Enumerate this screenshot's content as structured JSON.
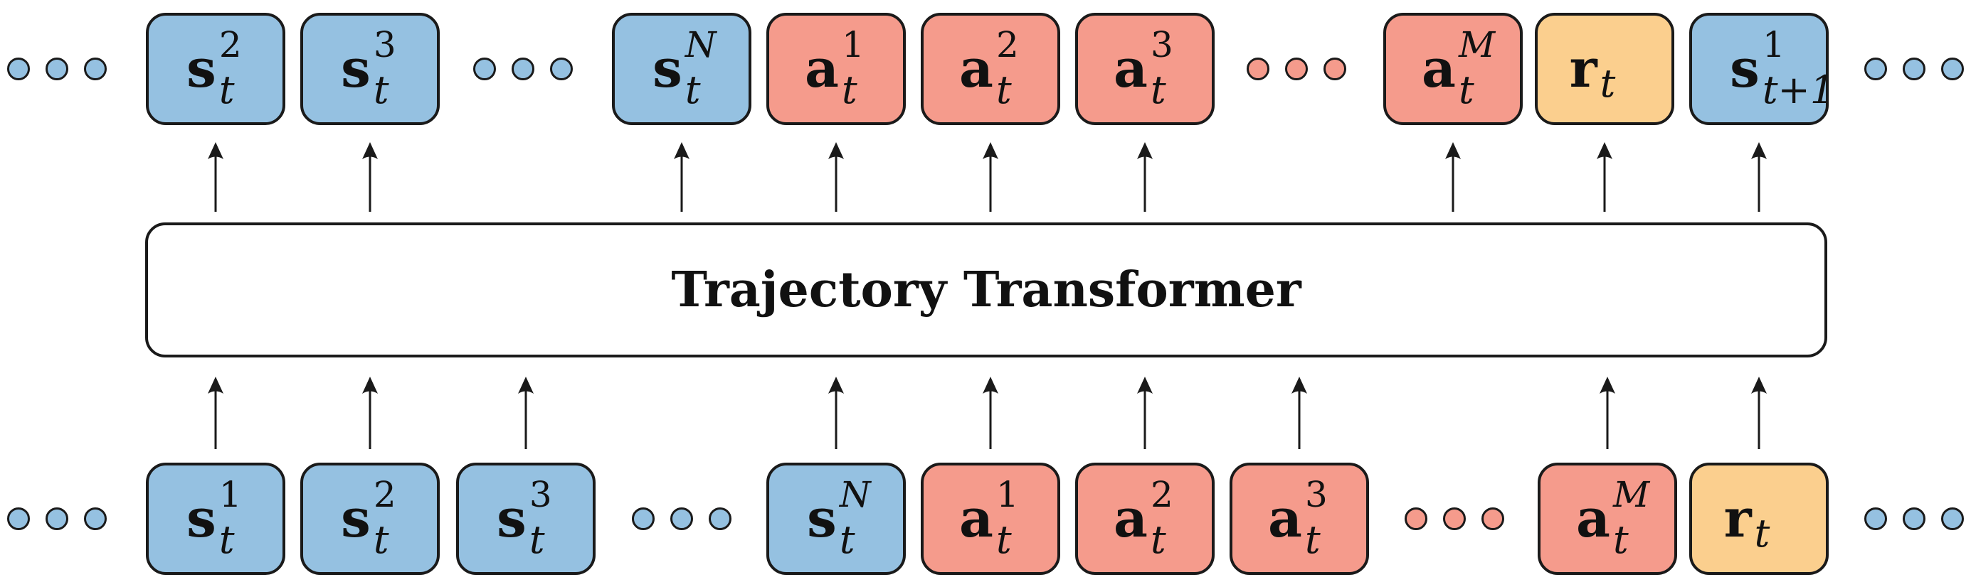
{
  "transformer": {
    "label": "Trajectory Transformer"
  },
  "colors": {
    "state": "#95c1e1",
    "action": "#f59b8c",
    "reward": "#fbcf8e",
    "stroke": "#1a1a1a"
  },
  "top_row": {
    "items": [
      {
        "kind": "dots",
        "color": "s"
      },
      {
        "kind": "token",
        "type": "s",
        "base": "s",
        "sub": "t",
        "sup": "2"
      },
      {
        "kind": "token",
        "type": "s",
        "base": "s",
        "sub": "t",
        "sup": "3"
      },
      {
        "kind": "dots",
        "color": "s"
      },
      {
        "kind": "token",
        "type": "s",
        "base": "s",
        "sub": "t",
        "sup": "N"
      },
      {
        "kind": "token",
        "type": "a",
        "base": "a",
        "sub": "t",
        "sup": "1"
      },
      {
        "kind": "token",
        "type": "a",
        "base": "a",
        "sub": "t",
        "sup": "2"
      },
      {
        "kind": "token",
        "type": "a",
        "base": "a",
        "sub": "t",
        "sup": "3"
      },
      {
        "kind": "dots",
        "color": "a"
      },
      {
        "kind": "token",
        "type": "a",
        "base": "a",
        "sub": "t",
        "sup": "M"
      },
      {
        "kind": "token",
        "type": "r",
        "base": "r",
        "sub": "t",
        "sup": ""
      },
      {
        "kind": "token",
        "type": "s",
        "base": "s",
        "sub": "t+1",
        "sup": "1"
      },
      {
        "kind": "dots",
        "color": "s"
      }
    ]
  },
  "bottom_row": {
    "items": [
      {
        "kind": "dots",
        "color": "s"
      },
      {
        "kind": "token",
        "type": "s",
        "base": "s",
        "sub": "t",
        "sup": "1"
      },
      {
        "kind": "token",
        "type": "s",
        "base": "s",
        "sub": "t",
        "sup": "2"
      },
      {
        "kind": "token",
        "type": "s",
        "base": "s",
        "sub": "t",
        "sup": "3"
      },
      {
        "kind": "dots",
        "color": "s"
      },
      {
        "kind": "token",
        "type": "s",
        "base": "s",
        "sub": "t",
        "sup": "N"
      },
      {
        "kind": "token",
        "type": "a",
        "base": "a",
        "sub": "t",
        "sup": "1"
      },
      {
        "kind": "token",
        "type": "a",
        "base": "a",
        "sub": "t",
        "sup": "2"
      },
      {
        "kind": "token",
        "type": "a",
        "base": "a",
        "sub": "t",
        "sup": "3"
      },
      {
        "kind": "dots",
        "color": "a"
      },
      {
        "kind": "token",
        "type": "a",
        "base": "a",
        "sub": "t",
        "sup": "M"
      },
      {
        "kind": "token",
        "type": "r",
        "base": "r",
        "sub": "t",
        "sup": ""
      },
      {
        "kind": "dots",
        "color": "s"
      }
    ]
  }
}
